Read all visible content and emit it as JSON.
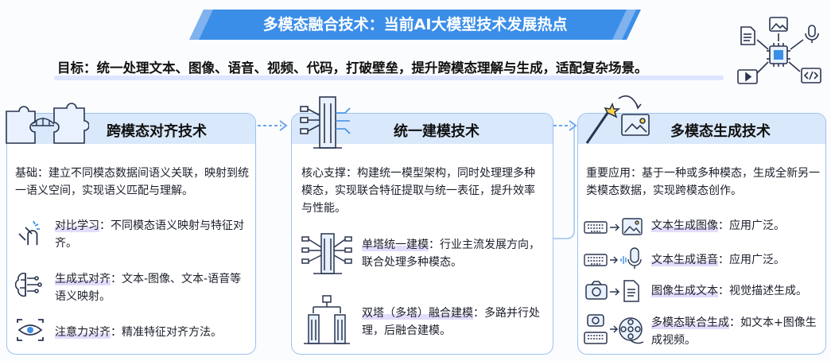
{
  "banner": {
    "title": "多模态融合技术：当前AI大模型技术发展热点"
  },
  "goal": {
    "text": "目标：统一处理文本、图像、语音、视频、代码，打破壁垒，提升跨模态理解与生成，适配复杂场景。"
  },
  "colors": {
    "accent": "#2f7de1",
    "header_bg": "#d9e8fb",
    "border": "#9cc3ee",
    "highlight": "#e3dcfb"
  },
  "col1": {
    "title": "跨模态对齐技术",
    "intro": "基础：建立不同模态数据间语义关联，映射到统一语义空间，实现语义匹配与理解。",
    "items": [
      {
        "term": "对比学习",
        "desc": "：不同模态语义映射与特征对齐。",
        "icon": "magnet-icon"
      },
      {
        "term": "生成式对齐",
        "desc": "：文本-图像、文本-语音等语义映射。",
        "icon": "brain-chip-icon"
      },
      {
        "term": "注意力对齐",
        "desc": "：精准特征对齐方法。",
        "icon": "eye-icon"
      }
    ]
  },
  "col2": {
    "title": "统一建模技术",
    "intro": "核心支撑：构建统一模型架构，同时处理理多种模态，实现联合特征提取与统一表征，提升效率与性能。",
    "items": [
      {
        "term": "单塔统一建模",
        "desc": "：行业主流发展方向，联合处理多种模态。",
        "icon": "single-tower-icon"
      },
      {
        "term": "双塔（多塔）融合建模",
        "desc": "：多路并行处理，后融合建模。",
        "icon": "twin-towers-icon"
      }
    ]
  },
  "col3": {
    "title": "多模态生成技术",
    "intro": "重要应用：基于一种或多种模态，生成全新另一类模态数据，实现跨模态创作。",
    "items": [
      {
        "term": "文本生成图像",
        "desc": "：应用广泛。",
        "icon": "keyboard-to-image-icon"
      },
      {
        "term": "文本生成语音",
        "desc": "：应用广泛。",
        "icon": "keyboard-to-mic-icon"
      },
      {
        "term": "图像生成文本",
        "desc": "：视觉描述生成。",
        "icon": "camera-to-document-icon"
      },
      {
        "term": "多模态联合生成",
        "desc": "：如文本+图像生成视频。",
        "icon": "camera-keyboard-to-film-icon"
      }
    ]
  }
}
